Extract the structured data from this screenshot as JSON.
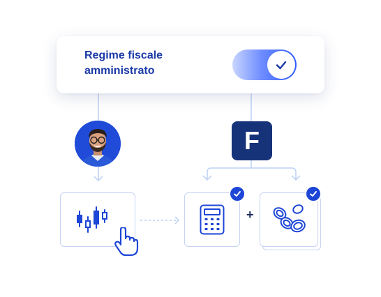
{
  "settings_card": {
    "title": "Regime fiscale amministrato",
    "toggle_state": "on",
    "toggle_icon": "check-icon"
  },
  "logo": {
    "letter": "F"
  },
  "operator": {
    "plus": "+"
  },
  "icons": {
    "trading": "candlestick-chart-icon",
    "cursor": "hand-pointer-icon",
    "calculator": "calculator-icon",
    "coins": "coins-icon",
    "badge": "check-badge-icon"
  },
  "colors": {
    "accent": "#1d46d6",
    "title": "#1b3aa6",
    "logo_bg": "#16337a",
    "connector": "#bcd0f5"
  }
}
